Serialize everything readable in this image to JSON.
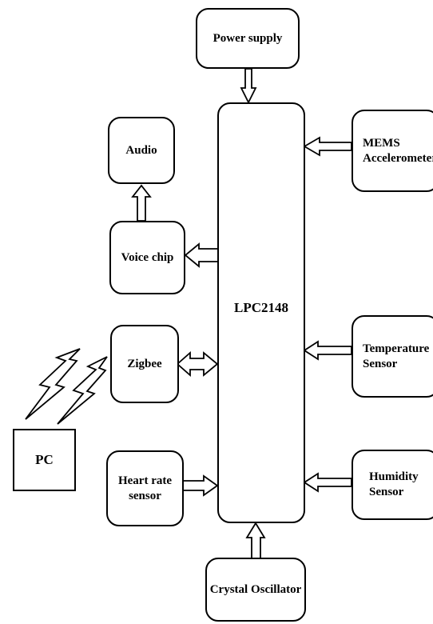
{
  "blocks": {
    "power_supply": {
      "label": "Power supply"
    },
    "mems": {
      "line1": "MEMS",
      "line2": "Accelerometer"
    },
    "audio": {
      "label": "Audio"
    },
    "voice_chip": {
      "label": "Voice chip"
    },
    "lpc": {
      "label": "LPC2148"
    },
    "zigbee": {
      "label": "Zigbee"
    },
    "temperature": {
      "line1": "Temperature",
      "line2": "Sensor"
    },
    "pc": {
      "label": "PC"
    },
    "heart_rate": {
      "line1": "Heart rate",
      "line2": "sensor"
    },
    "humidity": {
      "line1": "Humidity",
      "line2": "Sensor"
    },
    "crystal": {
      "label": "Crystal Oscillator"
    }
  },
  "colors": {
    "stroke": "#000000",
    "fill": "#ffffff"
  },
  "icons": [
    "lightning-bolt-icon",
    "double-line-arrow"
  ]
}
